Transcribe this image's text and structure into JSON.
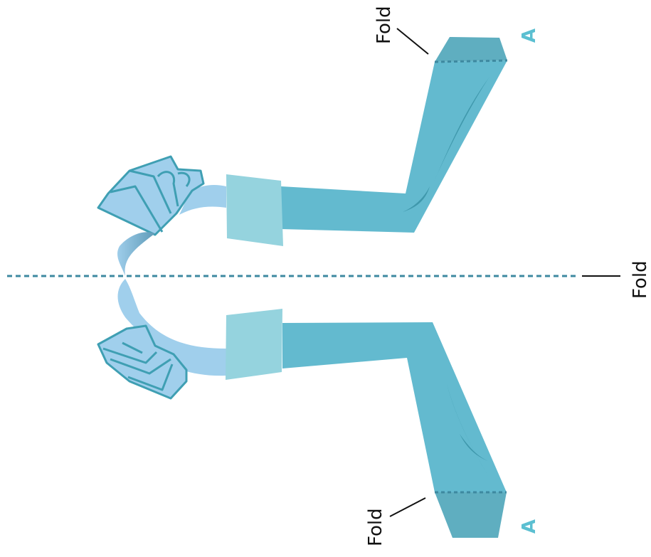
{
  "labels": {
    "fold_top": "Fold",
    "fold_center": "Fold",
    "fold_bottom": "Fold",
    "tab_top": "A",
    "tab_bottom": "A"
  },
  "colors": {
    "sleeve": "#63BACF",
    "sleeve_dark": "#3F98AC",
    "tab": "#5FAEC0",
    "cuff": "#95D3DE",
    "hand": "#A0CFEC",
    "hand_outline": "#3F9FB3",
    "fold_line": "#3E89A0",
    "leader": "#111111",
    "tab_letter": "#5BBFD1"
  }
}
